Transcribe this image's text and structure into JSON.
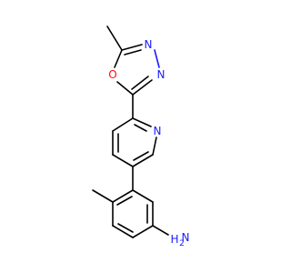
{
  "molecule": {
    "atoms": {
      "oxadiazole_o": "O",
      "oxadiazole_n3": "N",
      "oxadiazole_n4": "N",
      "pyridine_n": "N",
      "amine_n": "N",
      "amine_h": "H",
      "amine_h_count": "2"
    },
    "colors": {
      "bond": "#000000",
      "nitrogen": "#1a1aff",
      "oxygen": "#ff0d0d",
      "background": "#ffffff"
    }
  }
}
